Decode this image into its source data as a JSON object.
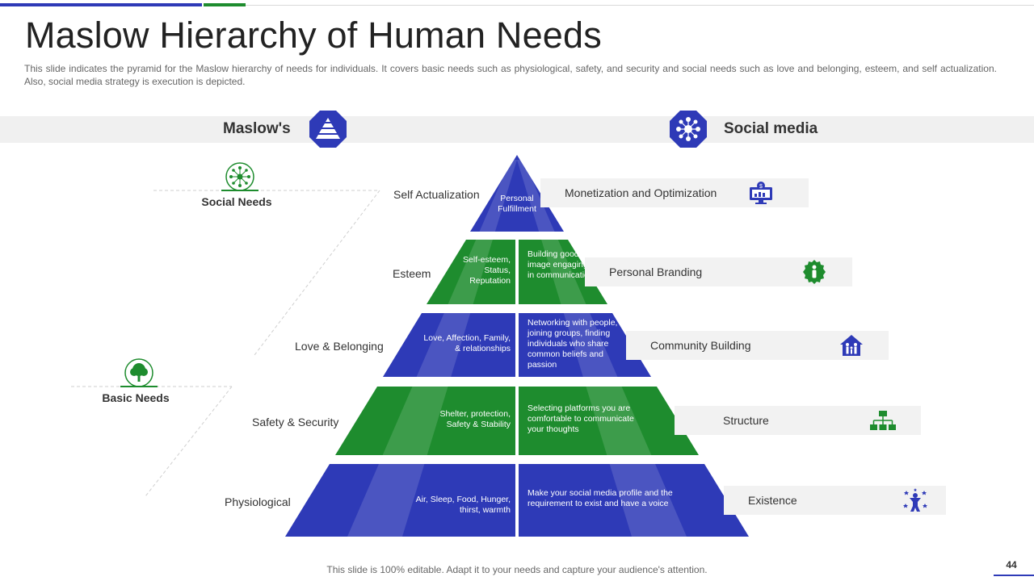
{
  "title": "Maslow Hierarchy of Human Needs",
  "description": "This slide indicates the pyramid for the Maslow hierarchy of needs for individuals. It covers basic needs such as physiological, safety, and security and social needs such as love and belonging, esteem, and self actualization. Also, social media strategy is execution is depicted.",
  "headers": {
    "left": "Maslow's",
    "right": "Social media"
  },
  "groups": {
    "social": "Social Needs",
    "basic": "Basic Needs"
  },
  "levels": [
    {
      "label": "Self Actualization",
      "maslow": "Personal Fulfillment",
      "social": "",
      "strategy": "Monetization and Optimization",
      "icon": "monitor-dollar-icon",
      "color": "#2e3ab7"
    },
    {
      "label": "Esteem",
      "maslow": "Self-esteem, Status, Reputation",
      "social": "Building good image engaging in communication",
      "strategy": "Personal Branding",
      "icon": "person-badge-icon",
      "color": "#1e8c2e"
    },
    {
      "label": "Love & Belonging",
      "maslow": "Love, Affection, Family, & relationships",
      "social": "Networking with people, joining groups, finding individuals who share common beliefs and passion",
      "strategy": "Community Building",
      "icon": "family-house-icon",
      "color": "#2e3ab7"
    },
    {
      "label": "Safety & Security",
      "maslow": "Shelter, protection, Safety & Stability",
      "social": "Selecting platforms you are comfortable to communicate your thoughts",
      "strategy": "Structure",
      "icon": "org-chart-icon",
      "color": "#1e8c2e"
    },
    {
      "label": "Physiological",
      "maslow": "Air, Sleep, Food, Hunger, thirst, warmth",
      "social": "Make your social media profile and the requirement to exist and have a voice",
      "strategy": "Existence",
      "icon": "star-person-icon",
      "color": "#2e3ab7"
    }
  ],
  "footer": "This slide is 100% editable. Adapt it to your needs and capture your audience's attention.",
  "page_number": "44",
  "colors": {
    "blue": "#2e3ab7",
    "green": "#1e8c2e",
    "band": "#f0f0f0"
  }
}
